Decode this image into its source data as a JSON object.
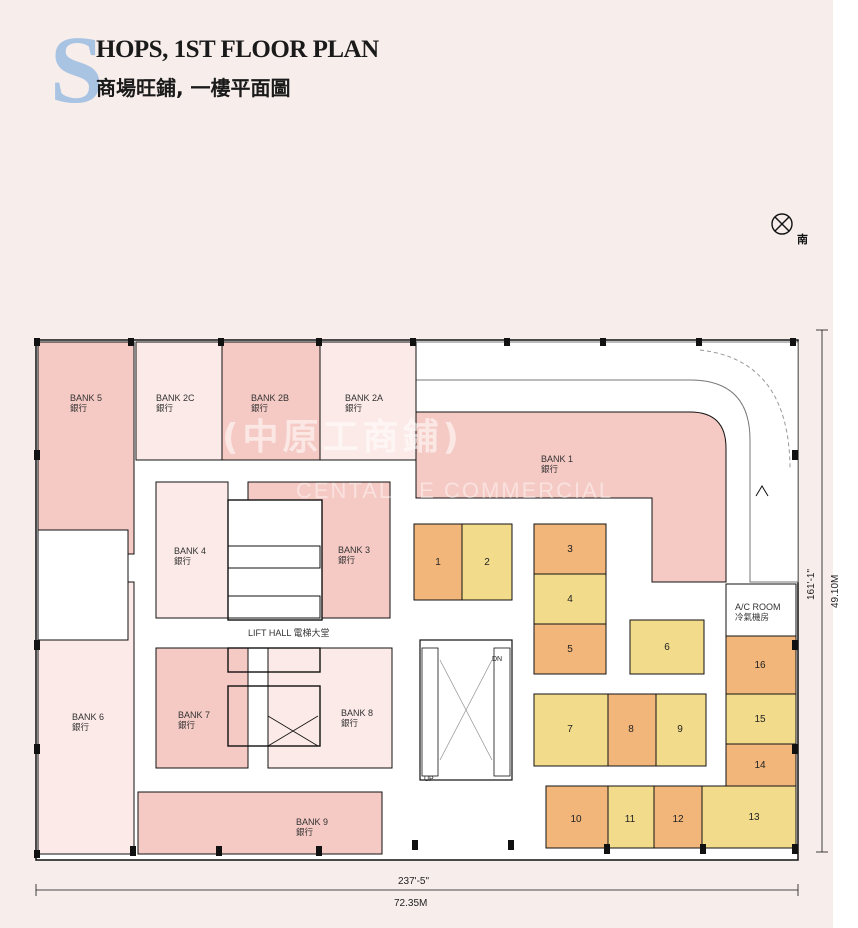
{
  "title": {
    "initial": "S",
    "english": "HOPS, 1ST FLOOR PLAN",
    "chinese": "商場旺鋪, 一樓平面圖"
  },
  "north_label": "南",
  "watermark": {
    "line1": "(中原工商鋪)",
    "line2": "CENTALINE COMMERCIAL"
  },
  "banks": {
    "bank5": {
      "en": "BANK 5",
      "zh": "銀行"
    },
    "bank2c": {
      "en": "BANK 2C",
      "zh": "銀行"
    },
    "bank2b": {
      "en": "BANK 2B",
      "zh": "銀行"
    },
    "bank2a": {
      "en": "BANK 2A",
      "zh": "銀行"
    },
    "bank1": {
      "en": "BANK 1",
      "zh": "銀行"
    },
    "bank4": {
      "en": "BANK 4",
      "zh": "銀行"
    },
    "bank3": {
      "en": "BANK 3",
      "zh": "銀行"
    },
    "bank6": {
      "en": "BANK 6",
      "zh": "銀行"
    },
    "bank7": {
      "en": "BANK 7",
      "zh": "銀行"
    },
    "bank8": {
      "en": "BANK 8",
      "zh": "銀行"
    },
    "bank9": {
      "en": "BANK 9",
      "zh": "銀行"
    }
  },
  "lift_hall": {
    "en": "LIFT HALL",
    "zh": "電梯大堂"
  },
  "ac_room": {
    "en": "A/C ROOM",
    "zh": "冷氣機房"
  },
  "shops": [
    "1",
    "2",
    "3",
    "4",
    "5",
    "6",
    "7",
    "8",
    "9",
    "10",
    "11",
    "12",
    "13",
    "14",
    "15",
    "16"
  ],
  "escalator": {
    "up": "UP",
    "dn": "DN"
  },
  "dimensions": {
    "width_imperial": "237'-5\"",
    "width_metric": "72.35M",
    "depth_imperial": "161'-1\"",
    "depth_metric": "49.10M"
  },
  "colors": {
    "bank": "#f5c9c4",
    "shop_orange": "#f2b67a",
    "shop_yellow": "#f2dc8c",
    "corridor": "#ffffff",
    "wall": "#111111"
  }
}
